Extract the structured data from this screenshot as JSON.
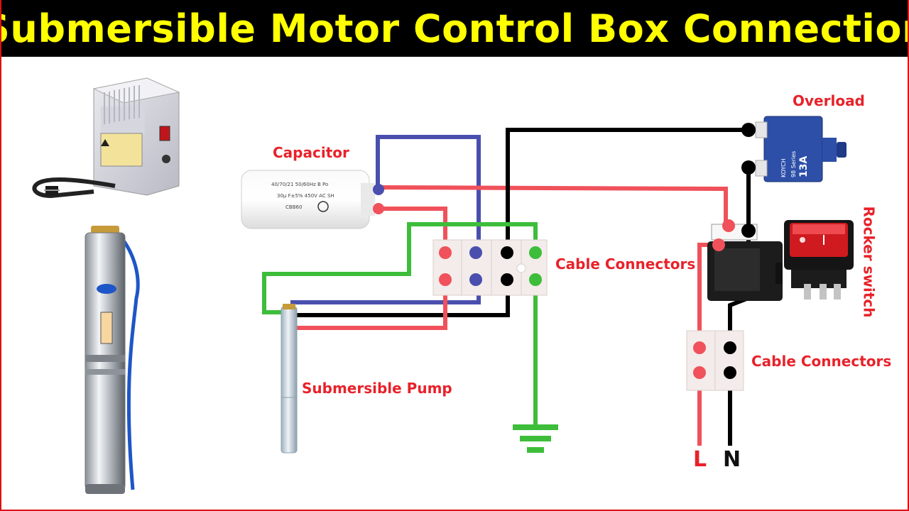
{
  "title": "Submersible Motor Control Box Connection",
  "labels": {
    "capacitor": "Capacitor",
    "overload": "Overload",
    "rocker_switch": "Rocker switch",
    "cable_connectors_main": "Cable Connectors",
    "cable_connectors_supply": "Cable Connectors",
    "submersible_pump": "Submersible Pump",
    "live": "L",
    "neutral": "N"
  },
  "capacitor_print": {
    "line1": "40/70/21 50/60Hz B Po",
    "line2": "30µ F±5% 450V AC SH",
    "brand": "CBB60"
  },
  "overload_print": {
    "brand": "KOYCH",
    "rating": "13A",
    "series": "98 Series"
  },
  "colors": {
    "title_bg": "#000000",
    "title_text": "#ffff00",
    "label_red": "#e8222a",
    "wire_red": "#f0515a",
    "wire_blue": "#4a4fae",
    "wire_black": "#000000",
    "wire_green": "#3dbd3a",
    "frame_border": "#dd1111"
  },
  "icons": [
    "control-box-icon",
    "submersible-pump-icon",
    "capacitor-icon",
    "overload-breaker-icon",
    "rocker-switch-icon",
    "terminal-block-icon",
    "ground-symbol-icon"
  ]
}
